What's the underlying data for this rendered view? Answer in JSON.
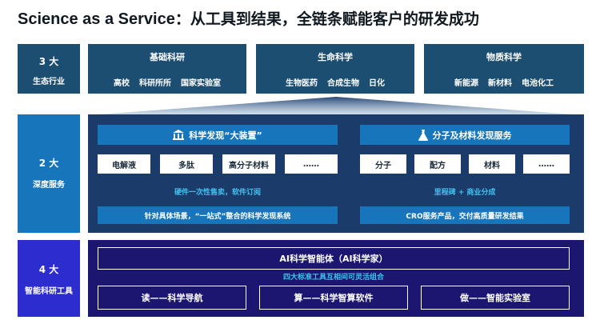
{
  "title": {
    "en": "Science as a Service",
    "sep": "：",
    "zh": "从工具到结果，全链条赋能客户的研发成功"
  },
  "rows": [
    {
      "num": "3 大",
      "label": "生态行业"
    },
    {
      "num": "2 大",
      "label": "深度服务"
    },
    {
      "num": "4 大",
      "label": "智能科研工具"
    }
  ],
  "ecosystems": [
    {
      "title": "基础科研",
      "items": [
        "高校",
        "科研所所",
        "国家实验室"
      ]
    },
    {
      "title": "生命科学",
      "items": [
        "生物医药",
        "合成生物",
        "日化"
      ]
    },
    {
      "title": "物质科学",
      "items": [
        "新能源",
        "新材料",
        "电池化工"
      ]
    }
  ],
  "services": [
    {
      "title": "科学发现“大装置”",
      "chips": [
        "电解液",
        "多肽",
        "高分子材料",
        "……"
      ],
      "note": "硬件一次性售卖，软件订阅",
      "bar": "针对具体场景，“一站式”整合的科学发现系统"
    },
    {
      "title": "分子及材料发现服务",
      "chips": [
        "分子",
        "配方",
        "材料",
        "……"
      ],
      "note": "里程碑 + 商业分成",
      "bar": "CRO服务产品，交付高质量研发结果"
    }
  ],
  "tools": {
    "ai_title": "AI科学智能体（AI科学家）",
    "note": "四大标准工具互相间可灵活组合",
    "items": [
      "读——科学导航",
      "算——科学智算软件",
      "做——智能实验室"
    ]
  },
  "colors": {
    "eco_bg": "#1c4e71",
    "service_label": "#1775bc",
    "service_bg": "#1b3c6b",
    "tool_label": "#2d2ccf",
    "tool_bg": "#1b1670",
    "accent_text": "#41c0ef"
  }
}
